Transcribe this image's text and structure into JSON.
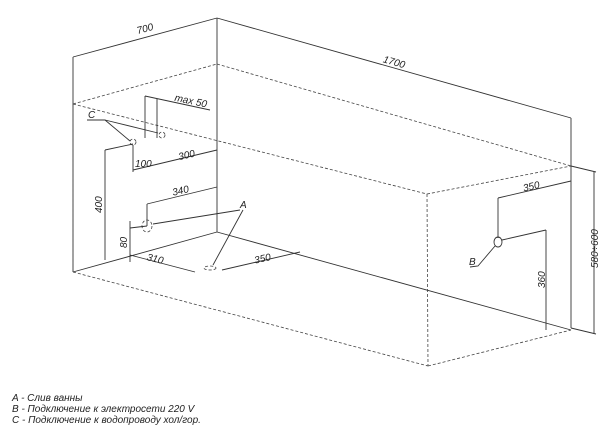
{
  "dimensions": {
    "width": "700",
    "length": "1700",
    "height": "580÷600",
    "max_offset": "max 50",
    "water_horizontal": "300",
    "water_spacing": "100",
    "drain_horizontal": "340",
    "water_height": "400",
    "drain_height": "80",
    "drain_from_left": "310",
    "drain_from_back": "350",
    "power_horizontal": "350",
    "power_height": "360"
  },
  "labels": {
    "a": "A",
    "b": "B",
    "c": "C"
  },
  "legend": [
    "A - Слив ванны",
    "B - Подключение к электросети 220 V",
    "C - Подключение к водопроводу хол/гор."
  ]
}
